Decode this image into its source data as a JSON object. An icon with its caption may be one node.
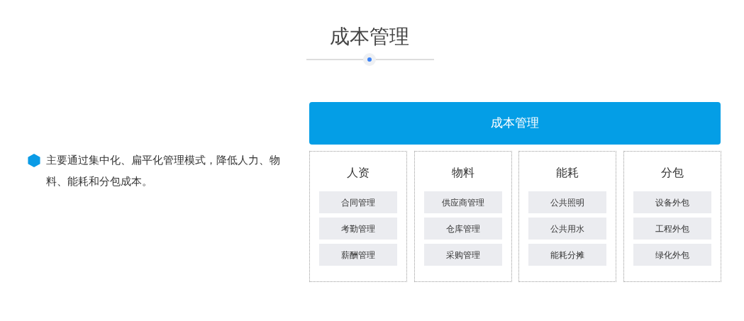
{
  "diagram": {
    "title": "成本管理",
    "nodes": [
      {
        "text": [
          "成本管理"
        ]
      },
      {
        "text": [
          "人资"
        ]
      },
      {
        "text": [
          "合同管理"
        ],
        "in": 1
      },
      {
        "text": [
          "考勤管理"
        ],
        "in": 1
      },
      {
        "text": [
          "薪酬管理"
        ],
        "in": 1
      },
      {
        "text": [
          "物料"
        ]
      },
      {
        "text": [
          "供应商管理"
        ],
        "in": 5
      },
      {
        "text": [
          "仓库管理"
        ],
        "in": 5
      },
      {
        "text": [
          "采购管理"
        ],
        "in": 5
      },
      {
        "text": [
          "能耗"
        ]
      },
      {
        "text": [
          "公共照明"
        ],
        "in": 9
      },
      {
        "text": [
          "公共用水"
        ],
        "in": 9
      },
      {
        "text": [
          "能耗分摊"
        ],
        "in": 9
      },
      {
        "text": [
          "分包"
        ]
      },
      {
        "text": [
          "设备外包"
        ],
        "in": 13
      },
      {
        "text": [
          "工程外包"
        ],
        "in": 13
      },
      {
        "text": [
          "绿化外包"
        ],
        "in": 13
      }
    ],
    "labels": [
      "主要通过集中化、扁平化管理模式，降低人力、物料、能耗和分包成本。"
    ]
  }
}
